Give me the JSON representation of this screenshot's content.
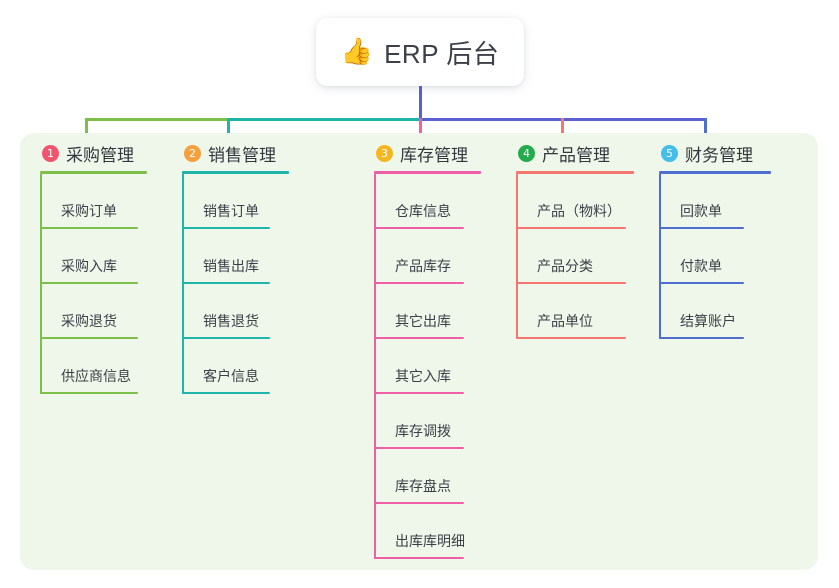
{
  "root": {
    "icon": "thumbs-up-emoji",
    "emoji": "👍",
    "title": "ERP 后台"
  },
  "palette": {
    "panel_bg": "#eff7ea",
    "page_bg": "#ffffff",
    "root_stem": "#5b5fd0",
    "bus_left": "#7dbf4b",
    "bus_mid": "#1fb5a8",
    "bus_right": "#5b5fd0",
    "text": "#3c4048"
  },
  "columns": [
    {
      "number": "1",
      "title": "采购管理",
      "badge_color": "#f2536d",
      "line_color": "#7dbf4b",
      "stem_color": "#7dbf4b",
      "items": [
        "采购订单",
        "采购入库",
        "采购退货",
        "供应商信息"
      ]
    },
    {
      "number": "2",
      "title": "销售管理",
      "badge_color": "#f5a03c",
      "line_color": "#1fb5a8",
      "stem_color": "#1fb5a8",
      "items": [
        "销售订单",
        "销售出库",
        "销售退货",
        "客户信息"
      ]
    },
    {
      "number": "3",
      "title": "库存管理",
      "badge_color": "#f5b721",
      "line_color": "#ee5fa7",
      "stem_color": "#ee5fa7",
      "items": [
        "仓库信息",
        "产品库存",
        "其它出库",
        "其它入库",
        "库存调拨",
        "库存盘点",
        "出库库明细"
      ]
    },
    {
      "number": "4",
      "title": "产品管理",
      "badge_color": "#23ab4e",
      "line_color": "#f4766e",
      "stem_color": "#f4766e",
      "items": [
        "产品（物料）",
        "产品分类",
        "产品单位"
      ]
    },
    {
      "number": "5",
      "title": "财务管理",
      "badge_color": "#45bdeb",
      "line_color": "#4f6fd0",
      "stem_color": "#4f6fd0",
      "items": [
        "回款单",
        "付款单",
        "结算账户"
      ]
    }
  ]
}
